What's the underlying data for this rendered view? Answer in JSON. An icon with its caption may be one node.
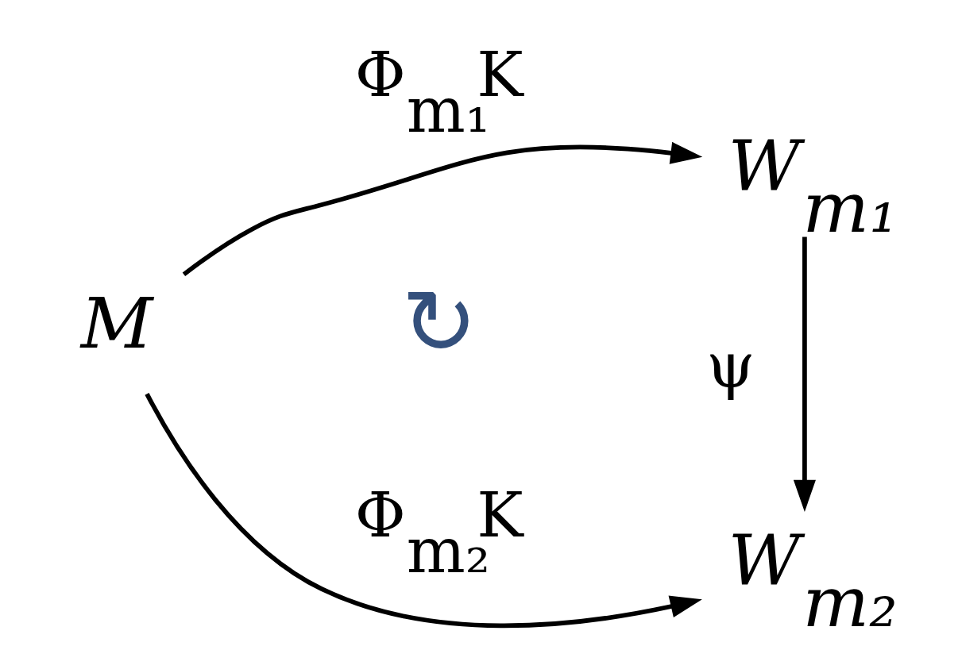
{
  "diagram": {
    "nodes": [
      {
        "text": [
          "M"
        ]
      },
      {
        "text": [
          "W$_{m₁}$"
        ]
      },
      {
        "text": [
          "W$_{m₂}$"
        ]
      }
    ],
    "edges": [
      {
        "from": 0,
        "to": 1,
        "arrow": "to",
        "label": "Φ$_{m₁}$K"
      },
      {
        "from": 0,
        "to": 2,
        "arrow": "to",
        "label": "Φ$_{m₂}$K"
      },
      {
        "from": 1,
        "to": 2,
        "arrow": "to",
        "label": "ψ"
      }
    ],
    "labels": [
      "↻"
    ]
  }
}
